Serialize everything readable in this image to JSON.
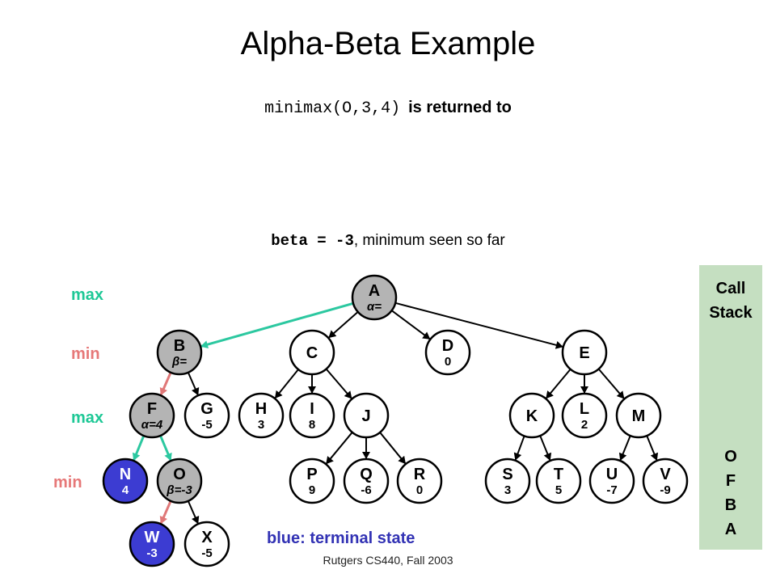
{
  "title": "Alpha-Beta Example",
  "returned": {
    "call": "minimax(O,3,4)",
    "text": "is returned to"
  },
  "beta_note": {
    "code": "beta = -3",
    "text": ", minimum seen so far"
  },
  "levels": [
    "max",
    "min",
    "max",
    "min"
  ],
  "call_stack": {
    "title_line1": "Call",
    "title_line2": "Stack",
    "items": [
      "O",
      "F",
      "B",
      "A"
    ]
  },
  "legend": "blue: terminal state",
  "footer": "Rutgers CS440, Fall 2003",
  "colors": {
    "terminal": "#3c3cd2",
    "visited": "#b4b4b4",
    "unvisited": "#ffffff",
    "active_edge": "#e07878",
    "done_edge": "#2cc8a0",
    "max_label": "#1ec896",
    "min_label": "#e67878"
  },
  "nodes": [
    {
      "id": "A",
      "name": "A",
      "val": "α=",
      "state": "visited"
    },
    {
      "id": "B",
      "name": "B",
      "val": "β=",
      "state": "visited"
    },
    {
      "id": "C",
      "name": "C",
      "val": "",
      "state": "unvisited"
    },
    {
      "id": "D",
      "name": "D",
      "val": "0",
      "state": "unvisited"
    },
    {
      "id": "E",
      "name": "E",
      "val": "",
      "state": "unvisited"
    },
    {
      "id": "F",
      "name": "F",
      "val": "α=4",
      "state": "visited"
    },
    {
      "id": "G",
      "name": "G",
      "val": "-5",
      "state": "unvisited"
    },
    {
      "id": "H",
      "name": "H",
      "val": "3",
      "state": "unvisited"
    },
    {
      "id": "I",
      "name": "I",
      "val": "8",
      "state": "unvisited"
    },
    {
      "id": "J",
      "name": "J",
      "val": "",
      "state": "unvisited"
    },
    {
      "id": "K",
      "name": "K",
      "val": "",
      "state": "unvisited"
    },
    {
      "id": "L",
      "name": "L",
      "val": "2",
      "state": "unvisited"
    },
    {
      "id": "M",
      "name": "M",
      "val": "",
      "state": "unvisited"
    },
    {
      "id": "N",
      "name": "N",
      "val": "4",
      "state": "terminal"
    },
    {
      "id": "O",
      "name": "O",
      "val": "β=-3",
      "state": "visited"
    },
    {
      "id": "P",
      "name": "P",
      "val": "9",
      "state": "unvisited"
    },
    {
      "id": "Q",
      "name": "Q",
      "val": "-6",
      "state": "unvisited"
    },
    {
      "id": "R",
      "name": "R",
      "val": "0",
      "state": "unvisited"
    },
    {
      "id": "S",
      "name": "S",
      "val": "3",
      "state": "unvisited"
    },
    {
      "id": "T",
      "name": "T",
      "val": "5",
      "state": "unvisited"
    },
    {
      "id": "U",
      "name": "U",
      "val": "-7",
      "state": "unvisited"
    },
    {
      "id": "V",
      "name": "V",
      "val": "-9",
      "state": "unvisited"
    },
    {
      "id": "W",
      "name": "W",
      "val": "-3",
      "state": "terminal"
    },
    {
      "id": "X",
      "name": "X",
      "val": "-5",
      "state": "unvisited"
    }
  ],
  "edges": [
    {
      "from": "A",
      "to": "B",
      "style": "done"
    },
    {
      "from": "A",
      "to": "C",
      "style": "normal"
    },
    {
      "from": "A",
      "to": "D",
      "style": "normal"
    },
    {
      "from": "A",
      "to": "E",
      "style": "normal"
    },
    {
      "from": "B",
      "to": "F",
      "style": "active"
    },
    {
      "from": "B",
      "to": "G",
      "style": "normal"
    },
    {
      "from": "C",
      "to": "H",
      "style": "normal"
    },
    {
      "from": "C",
      "to": "I",
      "style": "normal"
    },
    {
      "from": "C",
      "to": "J",
      "style": "normal"
    },
    {
      "from": "E",
      "to": "K",
      "style": "normal"
    },
    {
      "from": "E",
      "to": "L",
      "style": "normal"
    },
    {
      "from": "E",
      "to": "M",
      "style": "normal"
    },
    {
      "from": "F",
      "to": "N",
      "style": "done"
    },
    {
      "from": "F",
      "to": "O",
      "style": "done"
    },
    {
      "from": "J",
      "to": "P",
      "style": "normal"
    },
    {
      "from": "J",
      "to": "Q",
      "style": "normal"
    },
    {
      "from": "J",
      "to": "R",
      "style": "normal"
    },
    {
      "from": "K",
      "to": "S",
      "style": "normal"
    },
    {
      "from": "K",
      "to": "T",
      "style": "normal"
    },
    {
      "from": "M",
      "to": "U",
      "style": "normal"
    },
    {
      "from": "M",
      "to": "V",
      "style": "normal"
    },
    {
      "from": "O",
      "to": "W",
      "style": "active"
    },
    {
      "from": "O",
      "to": "X",
      "style": "normal"
    }
  ]
}
